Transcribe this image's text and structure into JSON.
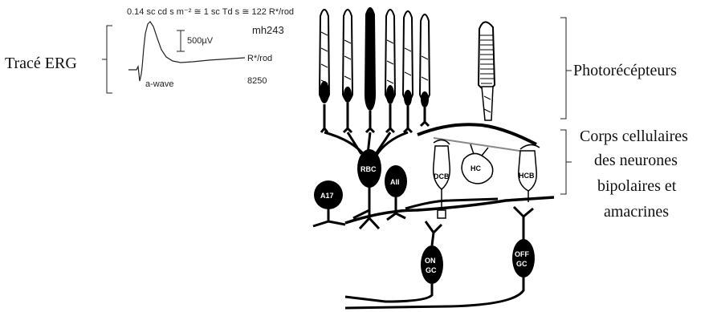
{
  "erg": {
    "title": "Tracé ERG",
    "stimulus": "0.14 sc cd s m⁻² ≅ 1 sc Td s ≅ 122 R*/rod",
    "subject": "mh243",
    "scale": "500µV",
    "unit_label": "R*/rod",
    "unit_value": "8250",
    "wave_label": "a-wave"
  },
  "labels": {
    "photoreceptors": "Photorécépteurs",
    "cell_bodies_line1": "Corps cellulaires",
    "cell_bodies_line2": "des neurones",
    "cell_bodies_line3": "bipolaires et",
    "cell_bodies_line4": "amacrines"
  },
  "cells": {
    "a17": "A17",
    "rbc": "RBC",
    "aii": "AII",
    "dcb": "DCB",
    "hc": "HC",
    "hcb": "HCB",
    "on_gc_1": "ON",
    "on_gc_2": "GC",
    "off_gc_1": "OFF",
    "off_gc_2": "GC"
  }
}
